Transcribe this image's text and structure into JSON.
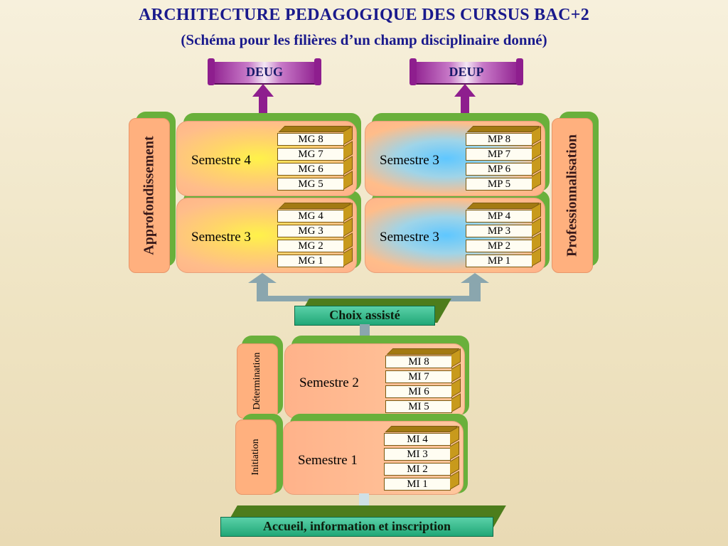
{
  "title": "ARCHITECTURE PEDAGOGIQUE DES CURSUS BAC+2",
  "subtitle": "(Schéma pour les filières d’un champ disciplinaire donné)",
  "diplomas": {
    "left": "DEUG",
    "right": "DEUP"
  },
  "tracks": {
    "left_side": "Approfondissement",
    "right_side": "Professionnalisation",
    "left_upper": {
      "label": "Semestre 4",
      "modules": [
        "MG 8",
        "MG 7",
        "MG 6",
        "MG 5"
      ]
    },
    "left_lower": {
      "label": "Semestre 3",
      "modules": [
        "MG 4",
        "MG 3",
        "MG 2",
        "MG 1"
      ]
    },
    "right_upper": {
      "label": "Semestre 3",
      "modules": [
        "MP 8",
        "MP 7",
        "MP 6",
        "MP 5"
      ]
    },
    "right_lower": {
      "label": "Semestre 3",
      "modules": [
        "MP 4",
        "MP 3",
        "MP 2",
        "MP 1"
      ]
    }
  },
  "choice": "Choix assisté",
  "base": {
    "upper_side": "Détermination",
    "lower_side": "Initiation",
    "upper": {
      "label": "Semestre 2",
      "modules": [
        "MI 8",
        "MI 7",
        "MI 6",
        "MI 5"
      ]
    },
    "lower": {
      "label": "Semestre 1",
      "modules": [
        "MI 4",
        "MI 3",
        "MI 2",
        "MI 1"
      ]
    }
  },
  "footer": "Accueil, information et inscription"
}
